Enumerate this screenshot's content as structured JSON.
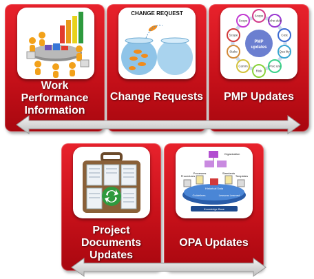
{
  "cards": [
    {
      "label_lines": [
        "Work",
        "Performance",
        "Information"
      ]
    },
    {
      "label_lines": [
        "Change Requests"
      ],
      "thumb_caption": "CHANGE REQUEST"
    },
    {
      "label_lines": [
        "PMP Updates"
      ],
      "thumb_center": [
        "PMP",
        "updates"
      ],
      "thumb_nodes": [
        "Scope",
        "Sche dule",
        "Cost",
        "Qua lity",
        "Proc ure",
        "Risk",
        "Comm",
        "Stake",
        "Scope",
        "Scope"
      ]
    },
    {
      "label_lines": [
        "Project",
        "Documents",
        "Updates"
      ]
    },
    {
      "label_lines": [
        "OPA Updates"
      ],
      "thumb_words": [
        "Organization",
        "Procedures",
        "Processes",
        "Standards",
        "Templates",
        "Historical Data",
        "Guidelines",
        "Lessons Learned",
        "Knowledge Base"
      ]
    }
  ],
  "colors": {
    "card": "#d3141d",
    "arrow": "#d4d4d4",
    "accent_green": "#2e9a3e"
  }
}
